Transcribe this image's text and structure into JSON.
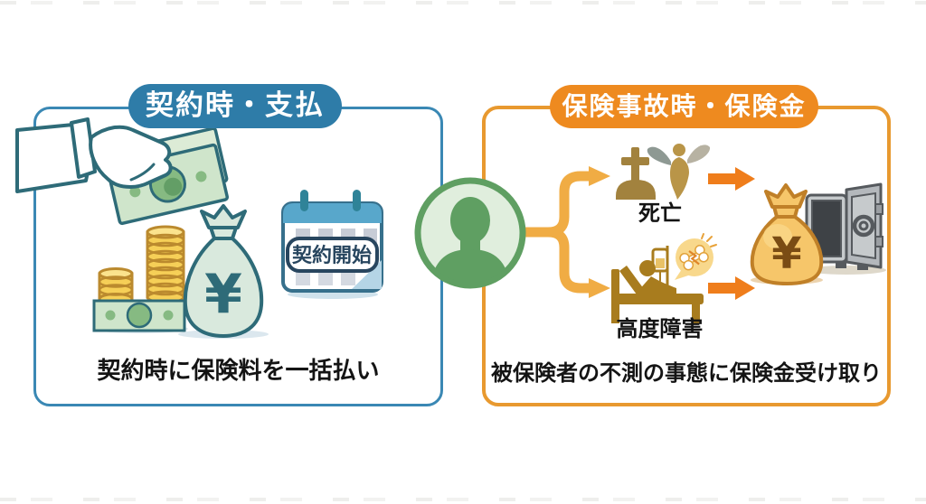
{
  "left_panel": {
    "title": "契約時・支払",
    "caption": "契約時に保険料を一括払い",
    "accent_color": "#2e7ca8",
    "border_color": "#3a88b4",
    "calendar": {
      "stamp_label": "契約開始"
    },
    "money_bag": {
      "currency_symbol": "¥"
    }
  },
  "center_figure": {
    "circle_color": "#5f9f62"
  },
  "right_panel": {
    "title": "保険事故時・保険金",
    "caption": "被保険者の不測の事態に保険金受け取り",
    "accent_color": "#ee8a1f",
    "border_color": "#e8992f",
    "outcomes": [
      {
        "label": "死亡"
      },
      {
        "label": "高度障害"
      }
    ],
    "money_bag": {
      "currency_symbol": "¥"
    },
    "arrow_color": "#ef7d1b",
    "branch_arrow_color": "#f0ac44"
  }
}
